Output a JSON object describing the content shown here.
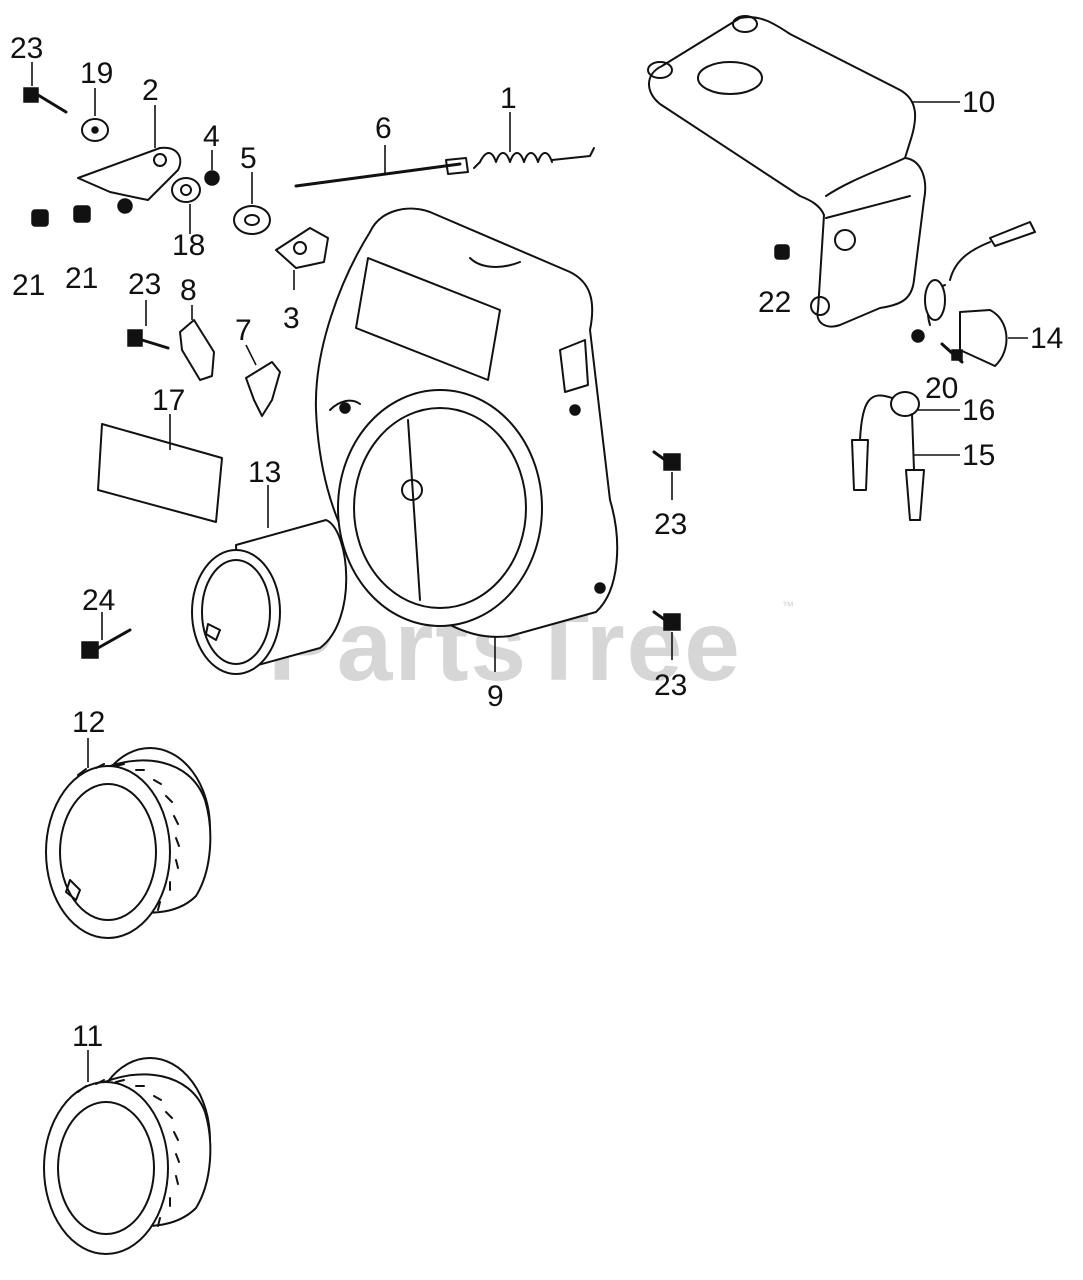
{
  "watermark": {
    "text": "PartsTree",
    "trademark": "™",
    "color": "#d6d6d6"
  },
  "callouts": {
    "c1": "1",
    "c2": "2",
    "c3": "3",
    "c4": "4",
    "c5": "5",
    "c6": "6",
    "c7": "7",
    "c8": "8",
    "c9": "9",
    "c10": "10",
    "c11": "11",
    "c12": "12",
    "c13": "13",
    "c14": "14",
    "c15": "15",
    "c16": "16",
    "c17": "17",
    "c18": "18",
    "c19": "19",
    "c20": "20",
    "c21a": "21",
    "c21b": "21",
    "c22": "22",
    "c23a": "23",
    "c23b": "23",
    "c23c": "23",
    "c23d": "23",
    "c24": "24"
  },
  "line_color": "#111111",
  "background_color": "#ffffff"
}
